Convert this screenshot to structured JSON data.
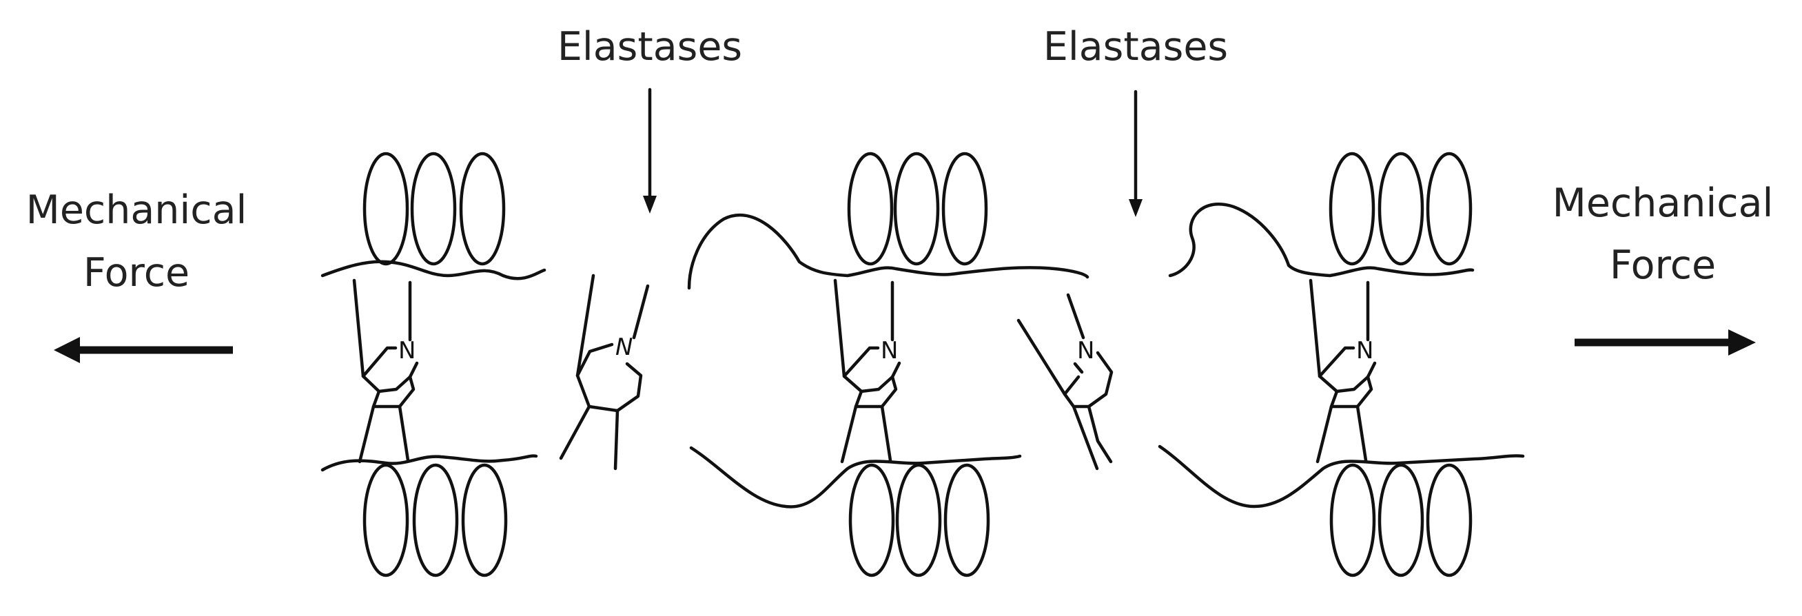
{
  "labels": {
    "elastases_left": "Elastases",
    "elastases_right": "Elastases",
    "force_left_line1": "Mechanical",
    "force_left_line2": "Force",
    "force_right_line1": "Mechanical",
    "force_right_line2": "Force"
  },
  "atom_label": "N"
}
